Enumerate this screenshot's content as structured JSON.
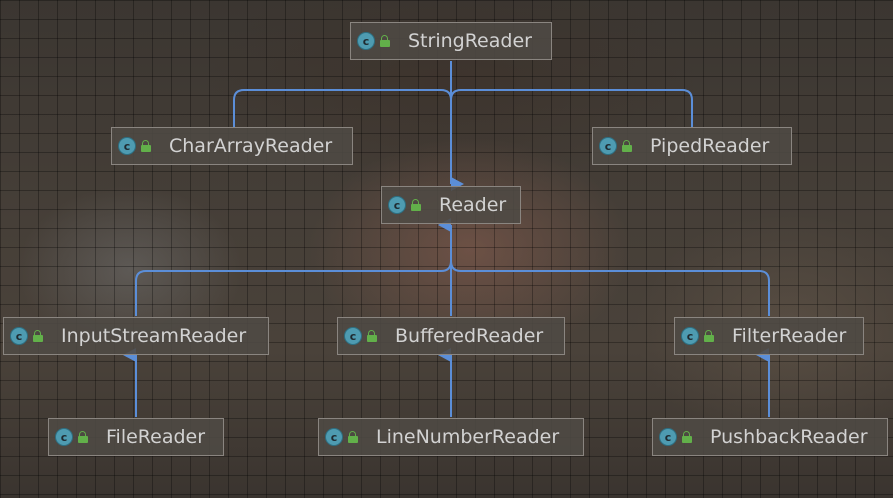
{
  "diagram": {
    "class_icon_letter": "c",
    "edge_color": "#5b8ed8",
    "icon_color": "#4e9bb1",
    "lock_color": "#62b04a",
    "nodes": [
      {
        "id": "string_reader",
        "label": "StringReader"
      },
      {
        "id": "char_array_reader",
        "label": "CharArrayReader"
      },
      {
        "id": "piped_reader",
        "label": "PipedReader"
      },
      {
        "id": "reader",
        "label": "Reader"
      },
      {
        "id": "input_stream_reader",
        "label": "InputStreamReader"
      },
      {
        "id": "buffered_reader",
        "label": "BufferedReader"
      },
      {
        "id": "filter_reader",
        "label": "FilterReader"
      },
      {
        "id": "file_reader",
        "label": "FileReader"
      },
      {
        "id": "line_number_reader",
        "label": "LineNumberReader"
      },
      {
        "id": "pushback_reader",
        "label": "PushbackReader"
      }
    ],
    "edges": [
      {
        "from": "string_reader",
        "to": "reader"
      },
      {
        "from": "char_array_reader",
        "to": "reader"
      },
      {
        "from": "piped_reader",
        "to": "reader"
      },
      {
        "from": "input_stream_reader",
        "to": "reader"
      },
      {
        "from": "buffered_reader",
        "to": "reader"
      },
      {
        "from": "filter_reader",
        "to": "reader"
      },
      {
        "from": "file_reader",
        "to": "input_stream_reader"
      },
      {
        "from": "line_number_reader",
        "to": "buffered_reader"
      },
      {
        "from": "pushback_reader",
        "to": "filter_reader"
      }
    ]
  }
}
